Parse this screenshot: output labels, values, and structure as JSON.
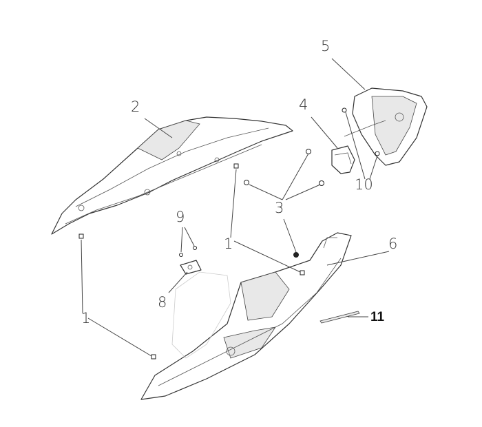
{
  "diagram": {
    "type": "exploded-parts-diagram",
    "callouts": [
      {
        "id": "c5",
        "label": "5"
      },
      {
        "id": "c2",
        "label": "2"
      },
      {
        "id": "c4",
        "label": "4"
      },
      {
        "id": "c10",
        "label": "10"
      },
      {
        "id": "c3",
        "label": "3"
      },
      {
        "id": "c9",
        "label": "9"
      },
      {
        "id": "c1a",
        "label": "1"
      },
      {
        "id": "c6",
        "label": "6"
      },
      {
        "id": "c8",
        "label": "8"
      },
      {
        "id": "c1b",
        "label": "1"
      },
      {
        "id": "c11",
        "label": "11"
      }
    ]
  }
}
